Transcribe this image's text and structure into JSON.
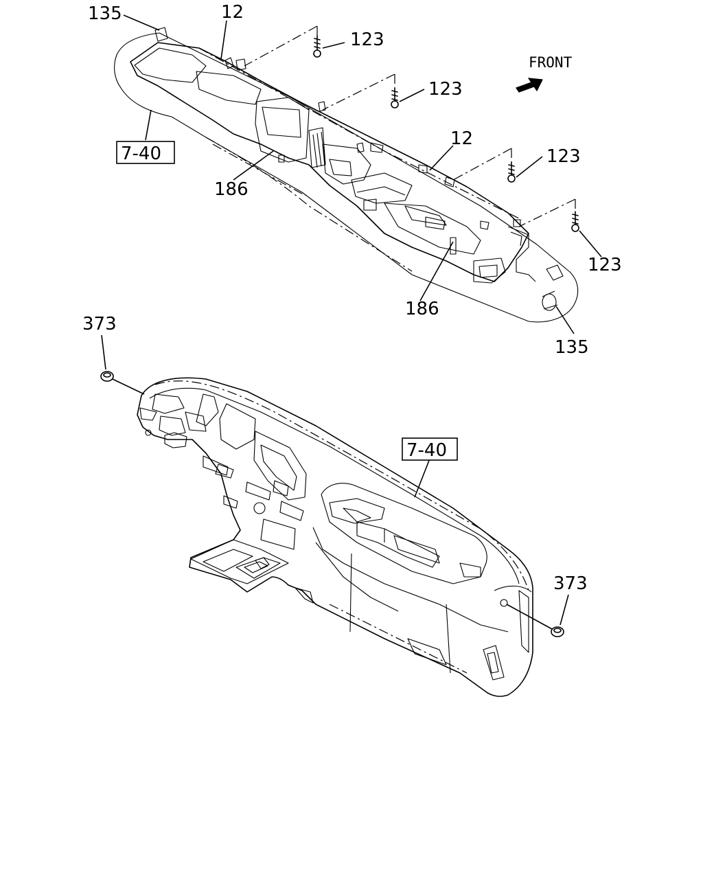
{
  "front_label": "FRONT",
  "labels": {
    "p135_top": "135",
    "p12_top": "12",
    "p123_a": "123",
    "p123_b": "123",
    "p12_mid": "12",
    "p123_c": "123",
    "p123_d": "123",
    "p186_left": "186",
    "p186_right": "186",
    "p135_bottom": "135",
    "p373_left": "373",
    "p373_right": "373"
  },
  "refs": {
    "ref_upper": "7-40",
    "ref_lower": "7-40"
  }
}
